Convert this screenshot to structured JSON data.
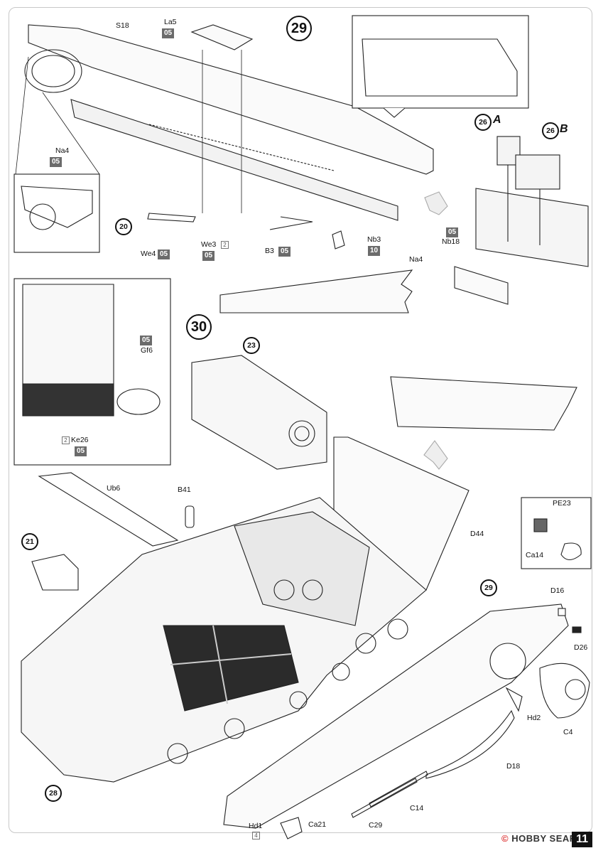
{
  "steps": {
    "s29": "29",
    "s30": "30"
  },
  "subassemblies": {
    "a20": "20",
    "a21": "21",
    "a23": "23",
    "a26a": "26",
    "a26b": "26",
    "a28": "28",
    "a29": "29"
  },
  "letters": {
    "A": "A",
    "B": "B"
  },
  "parts": {
    "S18": "S18",
    "La5": "La5",
    "Na4_left": "Na4",
    "We4": "We4",
    "We3": "We3",
    "B3": "B3",
    "Nb3": "Nb3",
    "Na4_mid": "Na4",
    "Nb18": "Nb18",
    "Gf6": "Gf6",
    "Ke26": "Ke26",
    "Ub6": "Ub6",
    "B41": "B41",
    "D44": "D44",
    "PE23": "PE23",
    "Ca14": "Ca14",
    "D16": "D16",
    "D26": "D26",
    "Hd2": "Hd2",
    "C4": "C4",
    "D18": "D18",
    "C14": "C14",
    "C29": "C29",
    "Ca21": "Ca21",
    "Hd1": "Hd1"
  },
  "sprues": {
    "La5": "05",
    "Na4": "05",
    "We4": "05",
    "We3": "05",
    "B3": "05",
    "Nb3": "10",
    "Nb18": "05",
    "Gf6": "05",
    "Ke26": "05"
  },
  "quantities": {
    "We3": "2",
    "Ke26": "2",
    "Hd1": "4"
  },
  "page_number": "11",
  "watermark": {
    "prefix": "© HOBBY SEARCH",
    "mark": "©",
    "brand": "HOBBY SEARCH"
  }
}
